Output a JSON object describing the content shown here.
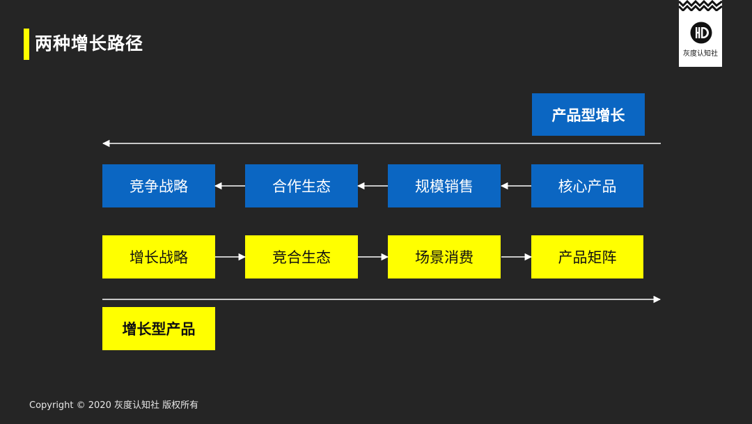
{
  "slide": {
    "title": "两种增长路径",
    "footer": "Copyright © 2020 灰度认知社 版权所有"
  },
  "logo": {
    "text": "灰度认知社"
  },
  "product_growth": {
    "label": "产品型增长",
    "steps": [
      "核心产品",
      "规模销售",
      "合作生态",
      "竞争战略"
    ]
  },
  "growth_product": {
    "label": "增长型产品",
    "steps": [
      "产品矩阵",
      "场景消费",
      "竞合生态",
      "增长战略"
    ]
  },
  "colors": {
    "background": "#252525",
    "accent_yellow": "#ffff00",
    "box_blue": "#0b66c2",
    "arrow": "#ffffff"
  }
}
